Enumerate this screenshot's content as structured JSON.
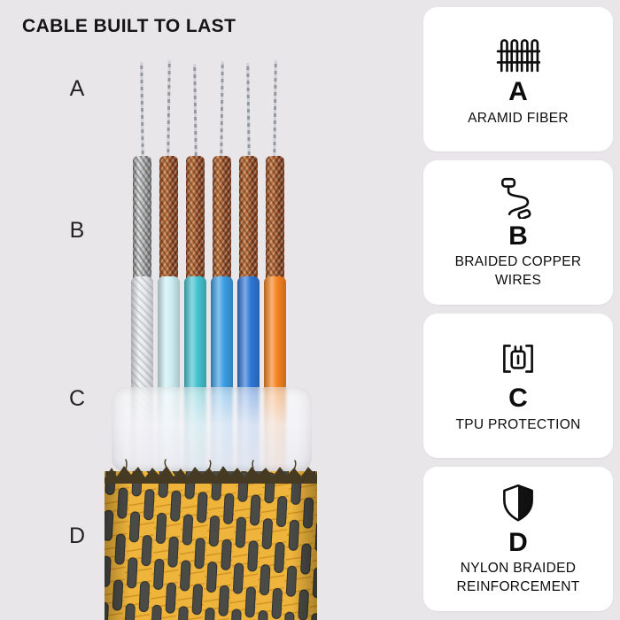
{
  "title": "CABLE BUILT TO LAST",
  "diagram_labels": {
    "a": "A",
    "b": "B",
    "c": "C",
    "d": "D"
  },
  "cards": [
    {
      "letter": "A",
      "label": "ARAMID FIBER",
      "icon": "fence-icon"
    },
    {
      "letter": "B",
      "label": "BRAIDED COPPER WIRES",
      "icon": "braided-cable-icon"
    },
    {
      "letter": "C",
      "label": "TPU PROTECTION",
      "icon": "connector-brackets-icon"
    },
    {
      "letter": "D",
      "label": "NYLON BRAIDED REINFORCEMENT",
      "icon": "shield-icon"
    }
  ],
  "colors": {
    "background": "#e9e6e9",
    "card_background": "#ffffff",
    "text": "#111111",
    "copper_dark": "#7a3c1e",
    "copper_light": "#c97a42",
    "copper_mid": "#8a4524",
    "silver_dark": "#6b7075",
    "silver_light": "#d7dadd",
    "silver_mid": "#9aa0a5",
    "sleeve_yellow": "#eeb43c",
    "sleeve_hatch": "#d09020",
    "sleeve_dark": "#4a4a46",
    "wire_colors": [
      "#e8eaec",
      "#cdeef3",
      "#44c3cf",
      "#3b9de4",
      "#2f77d6",
      "#f58220"
    ]
  }
}
